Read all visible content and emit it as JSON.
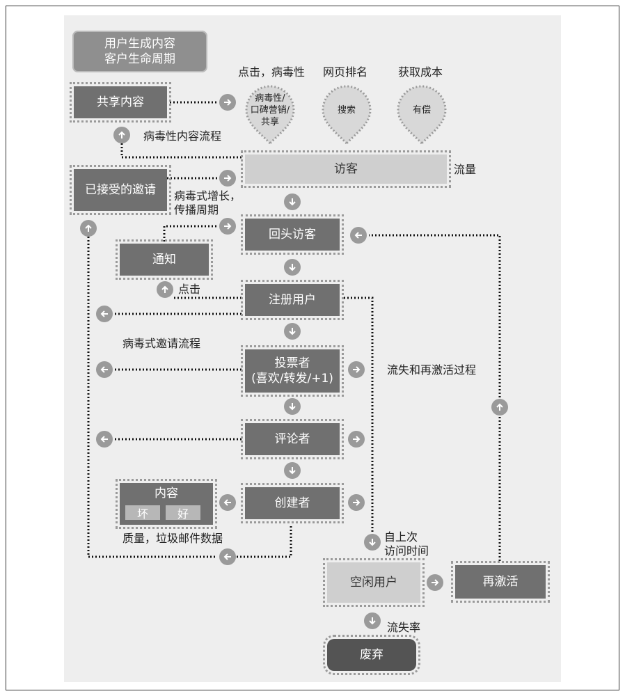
{
  "title": {
    "line1": "用户生成内容",
    "line2": "客户生命周期"
  },
  "boxes": {
    "share_content": "共享内容",
    "visitor": "访客",
    "accepted_invites": "已接受的邀请",
    "return_visitor": "回头访客",
    "notification": "通知",
    "registered_user": "注册用户",
    "voter_line1": "投票者",
    "voter_line2": "(喜欢/转发/+1)",
    "commenter": "评论者",
    "creator": "创建者",
    "content": "内容",
    "bad": "坏",
    "good": "好",
    "idle_user": "空闲用户",
    "reactivate": "再激活",
    "abandon": "废弃"
  },
  "drops": {
    "viral": {
      "heading": "点击，病毒性",
      "line1": "病毒性/",
      "line2": "口碑营销/",
      "line3": "共享"
    },
    "search": {
      "heading": "网页排名",
      "text": "搜索"
    },
    "paid": {
      "heading": "获取成本",
      "text": "有偿"
    }
  },
  "labels": {
    "viral_content_flow": "病毒性内容流程",
    "traffic": "流量",
    "viral_growth_line1": "病毒式增长，",
    "viral_growth_line2": "传播周期",
    "click": "点击",
    "viral_invite_flow": "病毒式邀请流程",
    "churn_reactivation": "流失和再激活过程",
    "quality_spam": "质量，垃圾邮件数据",
    "since_last_line1": "自上次",
    "since_last_line2": "访问时间",
    "churn_rate": "流失率"
  },
  "colors": {
    "panel": "#eeeeee",
    "box_dark": "#707070",
    "box_light": "#cfcfcf",
    "box_darkest": "#545454",
    "dotted": "#9a9a9a",
    "connector": "#111111",
    "arrow_circle": "#9a9a9a"
  }
}
